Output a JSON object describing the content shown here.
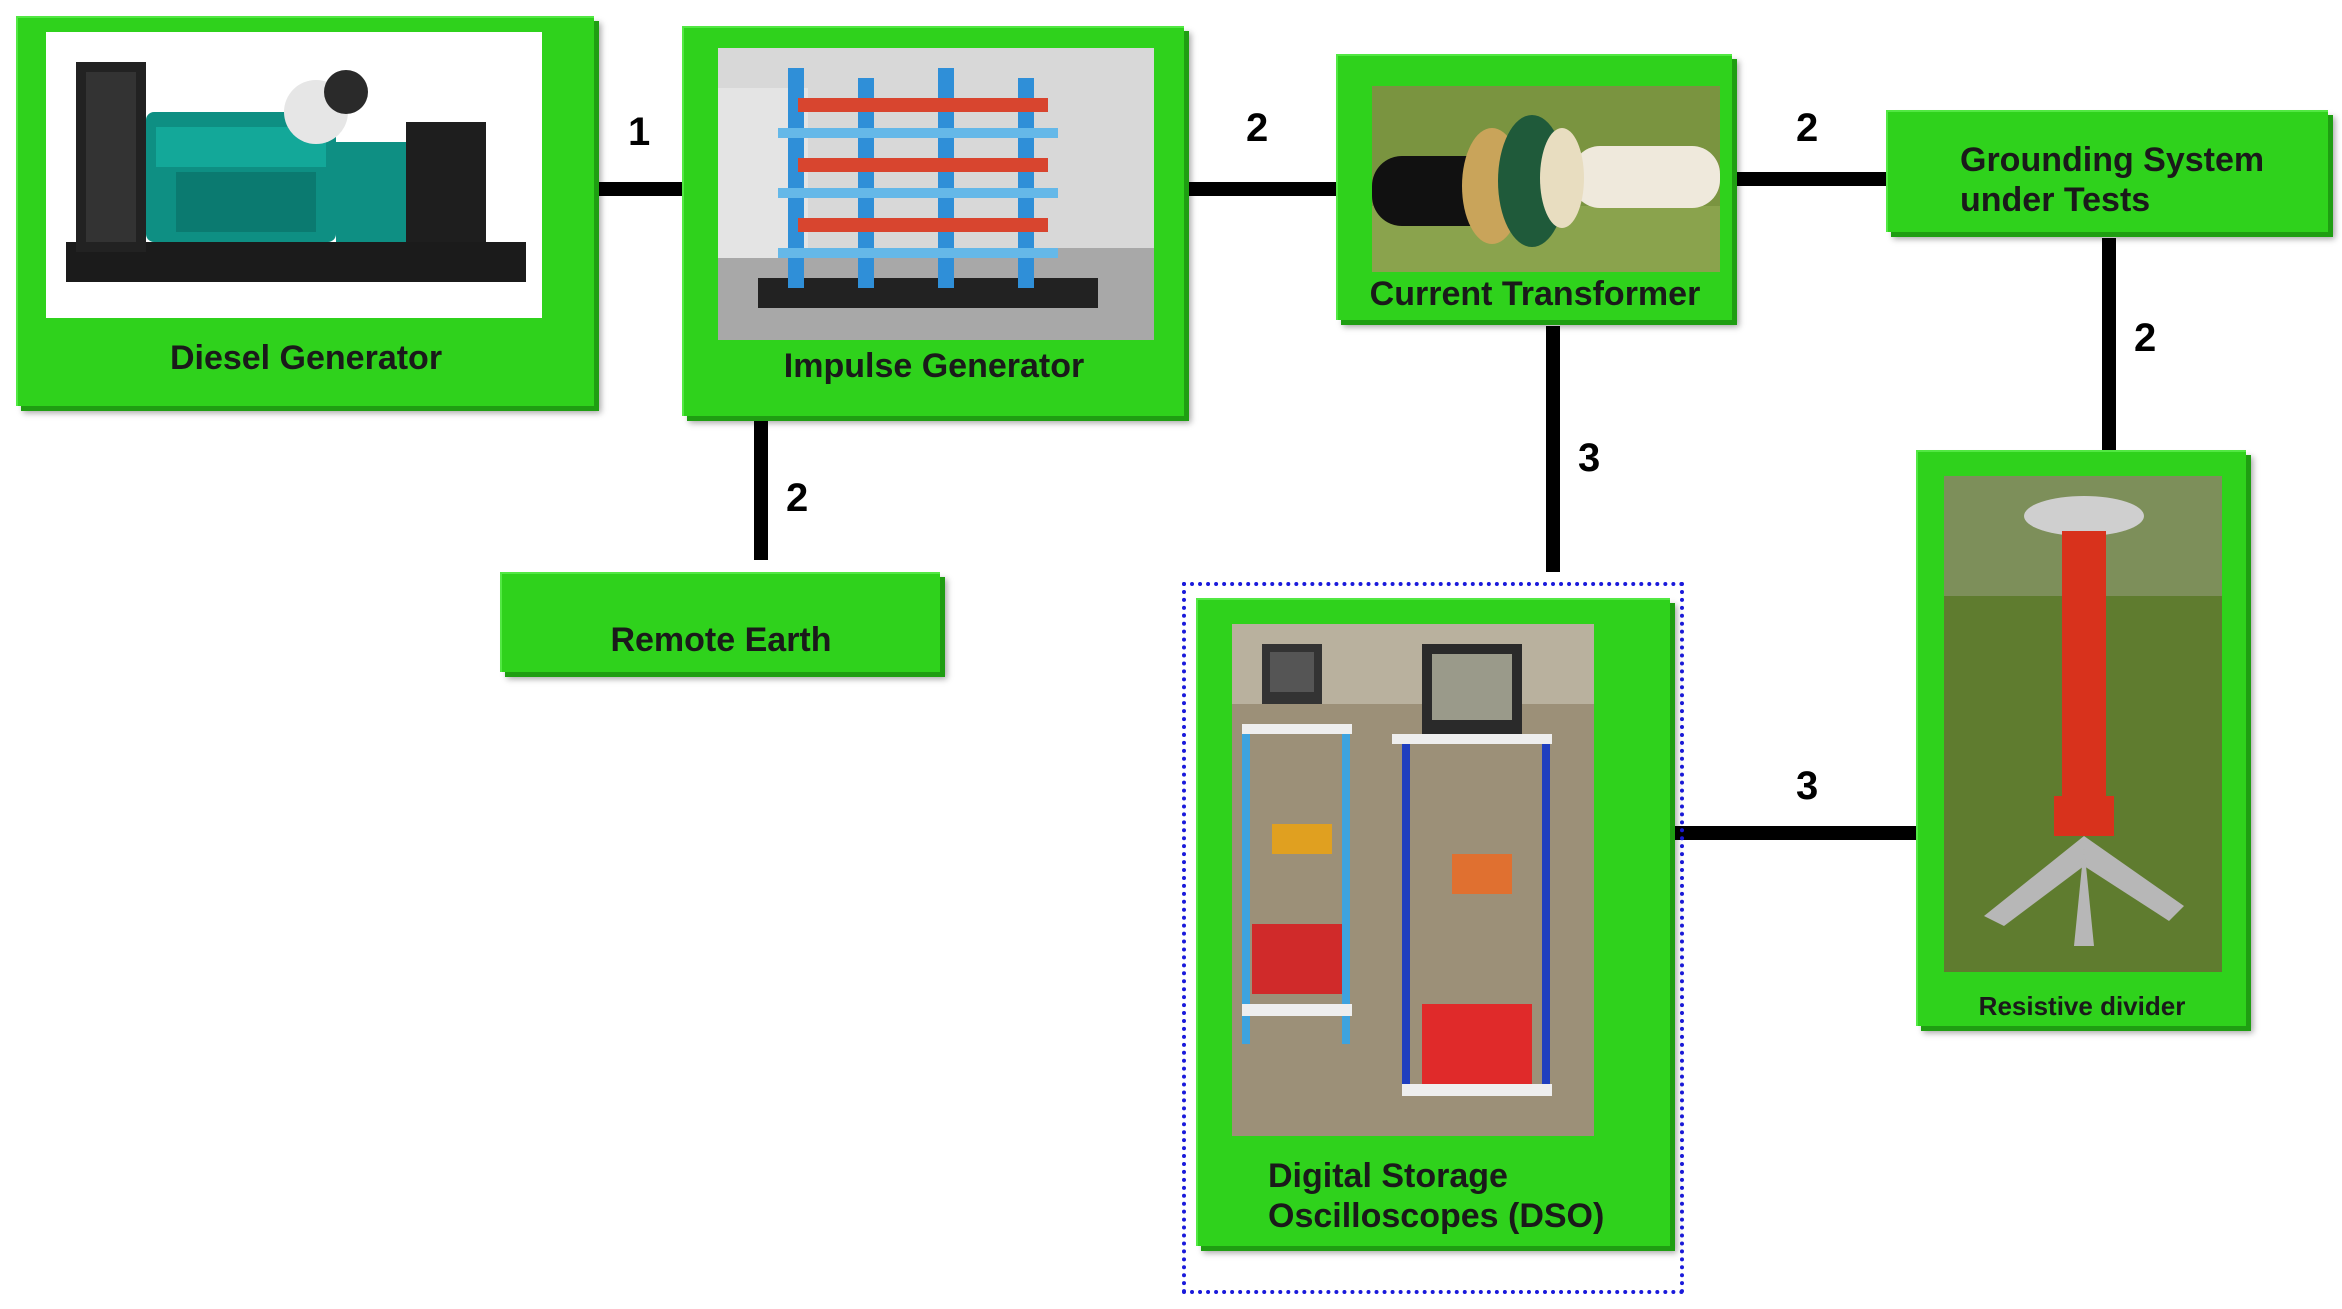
{
  "nodes": {
    "diesel": {
      "label": "Diesel Generator"
    },
    "impulse": {
      "label": "Impulse Generator"
    },
    "ct": {
      "label": "Current Transformer"
    },
    "grounding": {
      "line1": "Grounding System",
      "line2": "under Tests"
    },
    "remote": {
      "label": "Remote Earth"
    },
    "dso": {
      "line1": "Digital Storage",
      "line2": "Oscilloscopes (DSO)"
    },
    "divider": {
      "label": "Resistive divider"
    }
  },
  "connections": {
    "diesel_impulse": "1",
    "impulse_ct": "2",
    "ct_grounding": "2",
    "impulse_remote": "2",
    "ct_dso": "3",
    "grounding_divider": "2",
    "dso_divider": "3"
  },
  "colors": {
    "box_green": "#2fd21c",
    "wire": "#000000",
    "dso_frame": "#1a1adb"
  }
}
